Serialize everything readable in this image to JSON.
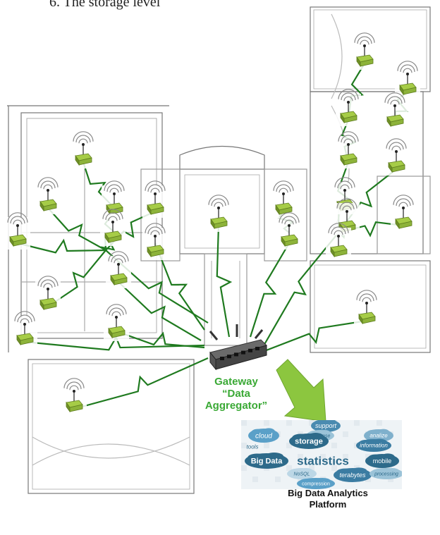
{
  "header_fragment": "6.    The storage level",
  "gateway": {
    "line1": "Gateway",
    "line2": "“Data",
    "line3": "Aggregator”"
  },
  "platform": {
    "line1": "Big Data Analytics",
    "line2": "Platform"
  },
  "big_data_cloud": {
    "words": [
      "support",
      "cloud",
      "database",
      "analize",
      "storage",
      "information",
      "tools",
      "Big Data",
      "statistics",
      "mobile",
      "terabytes",
      "processing",
      "NoSQL",
      "compression"
    ]
  },
  "colors": {
    "link": "#1f7a1f",
    "gateway_label": "#3aa935",
    "arrow": "#8cc63f",
    "sensor": "#8db33a",
    "cloud": "#2d6a8a"
  }
}
